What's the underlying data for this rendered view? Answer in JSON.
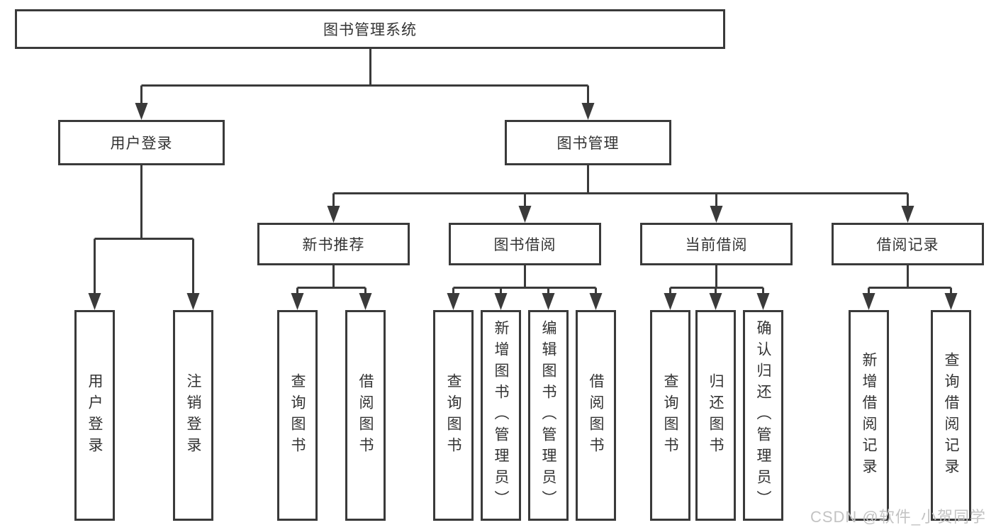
{
  "tree": {
    "root": {
      "label": "图书管理系统"
    },
    "branches": [
      {
        "label": "用户登录",
        "children": [
          {
            "label": "用户登录"
          },
          {
            "label": "注销登录"
          }
        ]
      },
      {
        "label": "图书管理",
        "children": [
          {
            "label": "新书推荐",
            "children": [
              {
                "label": "查询图书"
              },
              {
                "label": "借阅图书"
              }
            ]
          },
          {
            "label": "图书借阅",
            "children": [
              {
                "label": "查询图书"
              },
              {
                "label": "新增图书（管理员）"
              },
              {
                "label": "编辑图书（管理员）"
              },
              {
                "label": "借阅图书"
              }
            ]
          },
          {
            "label": "当前借阅",
            "children": [
              {
                "label": "查询图书"
              },
              {
                "label": "归还图书"
              },
              {
                "label": "确认归还（管理员）"
              }
            ]
          },
          {
            "label": "借阅记录",
            "children": [
              {
                "label": "新增借阅记录"
              },
              {
                "label": "查询借阅记录"
              }
            ]
          }
        ]
      }
    ]
  },
  "watermark": {
    "text": "CSDN @软件_小贺同学"
  },
  "colors": {
    "line": "#3a3a3a",
    "text": "#333333",
    "watermark": "#c3c3c3",
    "background": "#ffffff"
  }
}
